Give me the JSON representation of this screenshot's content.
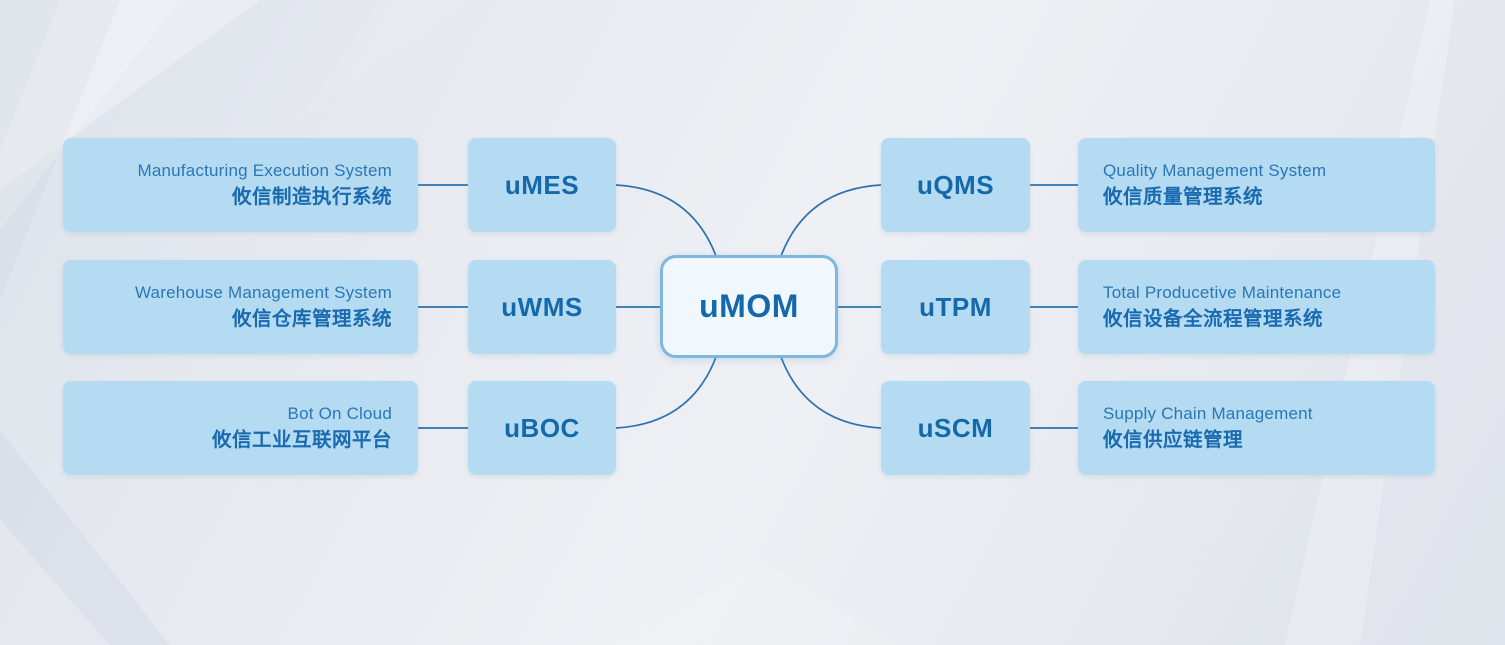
{
  "title": "uMOM platform module diagram",
  "center": {
    "label": "uMOM"
  },
  "left_modules": [
    {
      "abbr": "uMES",
      "en": "Manufacturing Execution System",
      "zh": "攸信制造执行系统"
    },
    {
      "abbr": "uWMS",
      "en": "Warehouse Management System",
      "zh": "攸信仓库管理系统"
    },
    {
      "abbr": "uBOC",
      "en": "Bot On Cloud",
      "zh": "攸信工业互联网平台"
    }
  ],
  "right_modules": [
    {
      "abbr": "uQMS",
      "en": "Quality Management System",
      "zh": "攸信质量管理系统"
    },
    {
      "abbr": "uTPM",
      "en": "Total Producetive Maintenance",
      "zh": "攸信设备全流程管理系统"
    },
    {
      "abbr": "uSCM",
      "en": "Supply Chain Management",
      "zh": "攸信供应链管理"
    }
  ],
  "colors": {
    "node_fill": "#b4dbf1",
    "center_fill": "#f0f8fd",
    "center_border": "#7db7dd",
    "text_en": "#2a77b6",
    "text_zh": "#1a6ab0",
    "abbr_text": "#1568aa",
    "connector": "#2b72ae",
    "background": "#e7eaf0"
  }
}
